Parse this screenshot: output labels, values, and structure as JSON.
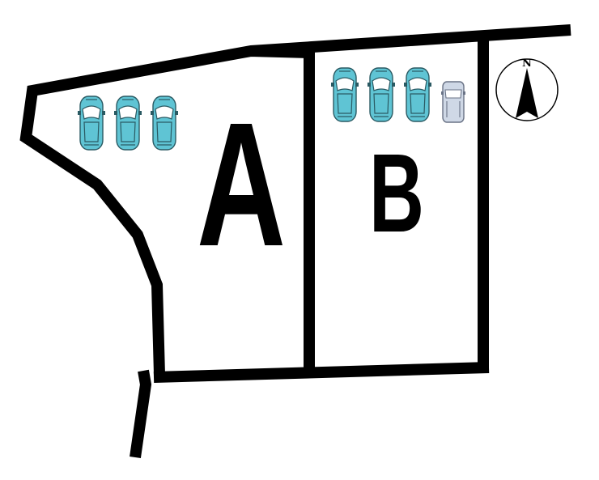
{
  "lots": [
    {
      "id": "A",
      "label": "A"
    },
    {
      "id": "B",
      "label": "B"
    }
  ],
  "compass": {
    "label": "N"
  },
  "cars": {
    "lot_a": [
      {
        "type": "car",
        "color": "#5fc4d4"
      },
      {
        "type": "car",
        "color": "#5fc4d4"
      },
      {
        "type": "car",
        "color": "#5fc4d4"
      }
    ],
    "lot_b": [
      {
        "type": "car",
        "color": "#5fc4d4"
      },
      {
        "type": "car",
        "color": "#5fc4d4"
      },
      {
        "type": "car",
        "color": "#5fc4d4"
      },
      {
        "type": "kei-car",
        "color": "#cfd8e6"
      }
    ]
  },
  "colors": {
    "boundary": "#000000",
    "background": "#ffffff"
  }
}
